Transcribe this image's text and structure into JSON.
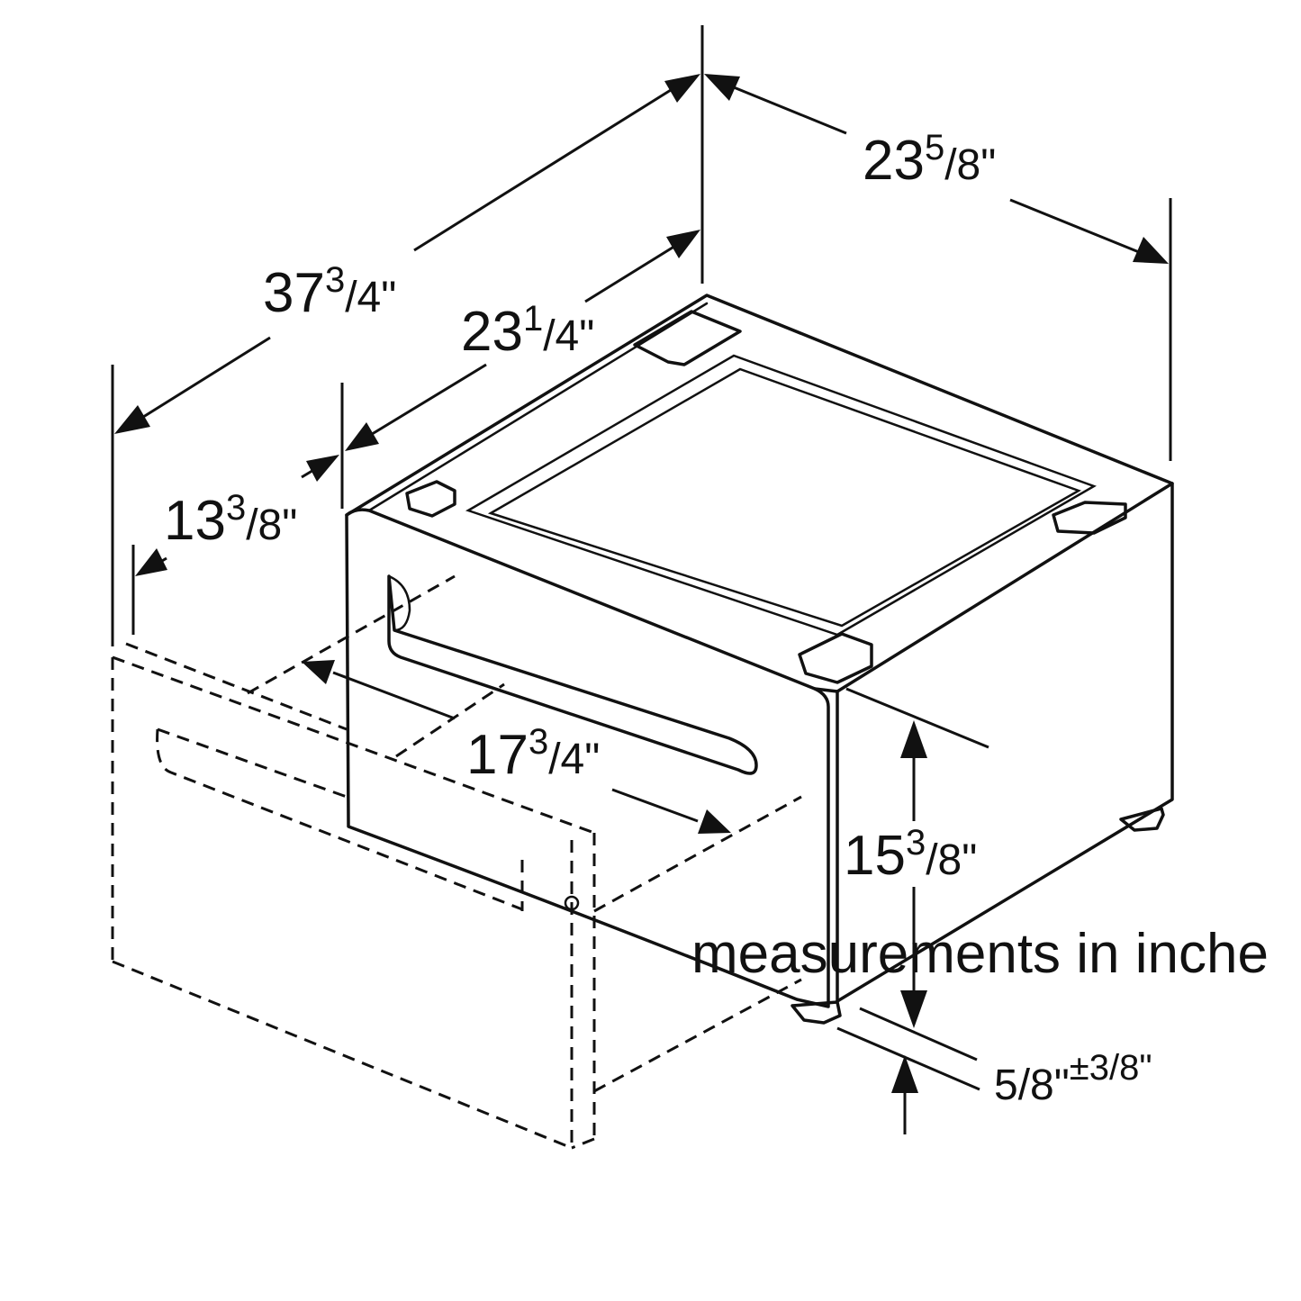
{
  "figure": {
    "dimensions": [
      {
        "id": "total-depth-door-open",
        "whole": "37",
        "num": "3",
        "den": "/4\""
      },
      {
        "id": "depth",
        "whole": "23",
        "num": "1",
        "den": "/4\""
      },
      {
        "id": "width",
        "whole": "23",
        "num": "5",
        "den": "/8\""
      },
      {
        "id": "drawer-extension",
        "whole": "13",
        "num": "3",
        "den": "/8\""
      },
      {
        "id": "drawer-width",
        "whole": "17",
        "num": "3",
        "den": "/4\""
      },
      {
        "id": "height",
        "whole": "15",
        "num": "3",
        "den": "/8\""
      },
      {
        "id": "foot-adjust",
        "whole": "5",
        "num": "",
        "den": "/8\"",
        "tol": "±3/8\""
      }
    ],
    "caption": "measurements in inche"
  }
}
